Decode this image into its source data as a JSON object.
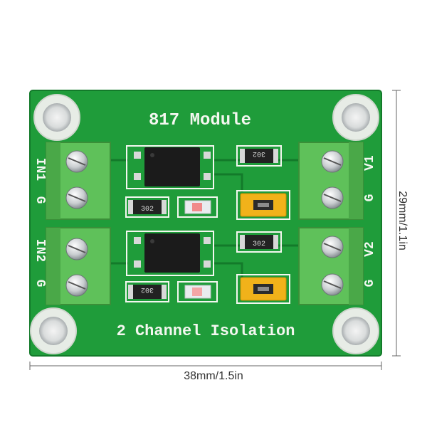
{
  "board": {
    "title": "817 Module",
    "subtitle": "2 Channel Isolation",
    "left_labels": [
      "IN1",
      "G",
      "IN2",
      "G"
    ],
    "right_labels": [
      "V1",
      "G",
      "V2",
      "G"
    ],
    "resistor_code": "302",
    "colors": {
      "pcb": "#1f9c3a",
      "pcb_dark": "#137a2a",
      "silk": "#f4f7f0",
      "terminal": "#5fc15a",
      "jumper": "#f1b21a",
      "ic": "#1b1b1b"
    }
  },
  "dimensions": {
    "width_label": "38mm/1.5in",
    "height_label": "29mm/1.1in"
  }
}
